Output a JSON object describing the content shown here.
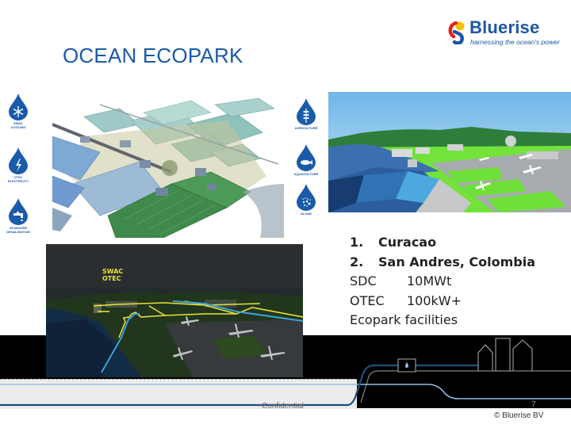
{
  "slide": {
    "title": "OCEAN ECOPARK",
    "page_number": "7",
    "footer_center": "Confidential",
    "copyright": "© Bluerise BV"
  },
  "logo": {
    "name": "Bluerise",
    "tagline": "harnessing the ocean's power",
    "colors": {
      "primary": "#1c56a5",
      "accent_red": "#e2231a",
      "accent_yellow": "#f5c400"
    }
  },
  "left_icons": [
    {
      "label_line1": "SWAC",
      "label_line2": "COOLING",
      "icon": "snowflake-icon"
    },
    {
      "label_line1": "OTEC",
      "label_line2": "ELECTRICITY",
      "icon": "lightning-icon"
    },
    {
      "label_line1": "SEAWATER",
      "label_line2": "DESALINATION",
      "icon": "faucet-icon"
    }
  ],
  "right_icons": [
    {
      "label_line1": "AGRICULTURE",
      "label_line2": "",
      "icon": "wheat-icon"
    },
    {
      "label_line1": "AQUACULTURE",
      "label_line2": "",
      "icon": "fish-icon"
    },
    {
      "label_line1": "ALGAE",
      "label_line2": "",
      "icon": "algae-icon"
    }
  ],
  "night_image": {
    "overlay_line1": "SWAC",
    "overlay_line2": "OTEC"
  },
  "info_list": {
    "item1_num": "1.",
    "item1_text": "Curacao",
    "item2_num": "2.",
    "item2_text": "San Andres, Colombia",
    "row3_key": "SDC",
    "row3_val": "10MWt",
    "row4_key": "OTEC",
    "row4_val": "100kW+",
    "row5": "Ecopark facilities"
  },
  "colors": {
    "title_blue": "#1a5aab",
    "icon_blue": "#1a5aab",
    "pipe_dark": "#1f4f7d",
    "pipe_light": "#8fc0e4",
    "swac_yellow": "#e6e13a"
  }
}
